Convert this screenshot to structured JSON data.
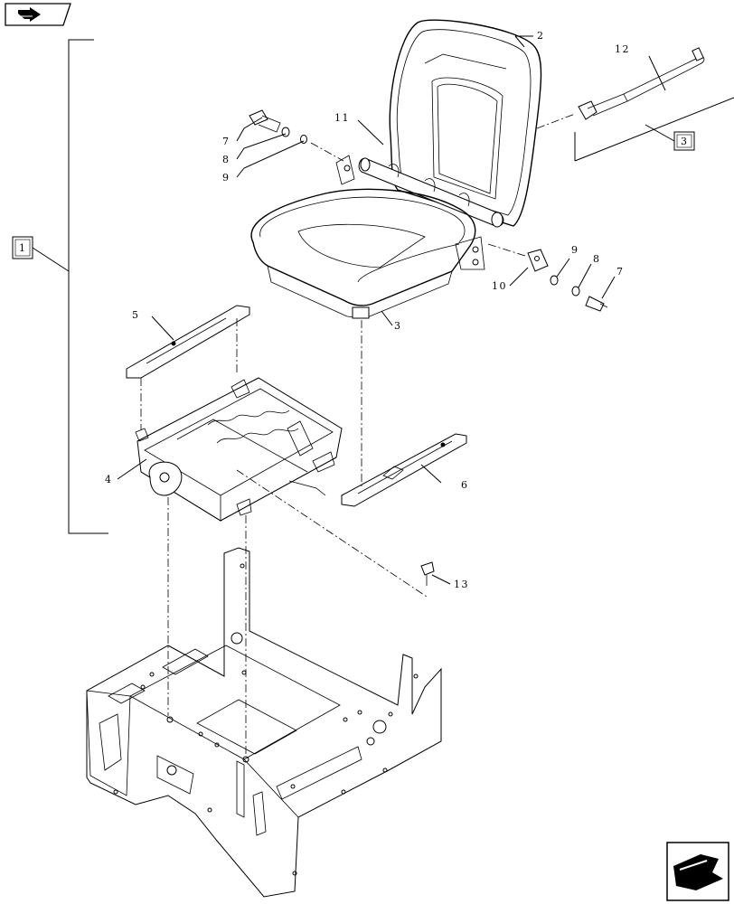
{
  "diagram": {
    "callouts": [
      {
        "id": "c1",
        "text": "1"
      },
      {
        "id": "c2",
        "text": "2"
      },
      {
        "id": "c3a",
        "text": "3"
      },
      {
        "id": "c3b",
        "text": "3"
      },
      {
        "id": "c4",
        "text": "4"
      },
      {
        "id": "c5",
        "text": "5"
      },
      {
        "id": "c6",
        "text": "6"
      },
      {
        "id": "c7a",
        "text": "7"
      },
      {
        "id": "c7b",
        "text": "7"
      },
      {
        "id": "c8a",
        "text": "8"
      },
      {
        "id": "c8b",
        "text": "8"
      },
      {
        "id": "c9a",
        "text": "9"
      },
      {
        "id": "c9b",
        "text": "9"
      },
      {
        "id": "c10",
        "text": "10"
      },
      {
        "id": "c11",
        "text": "11"
      },
      {
        "id": "c12",
        "text": "12"
      },
      {
        "id": "c13",
        "text": "13"
      }
    ],
    "icons": {
      "top_left": "book-arrow-icon",
      "bottom_right": "next-page-arrow-icon"
    }
  }
}
